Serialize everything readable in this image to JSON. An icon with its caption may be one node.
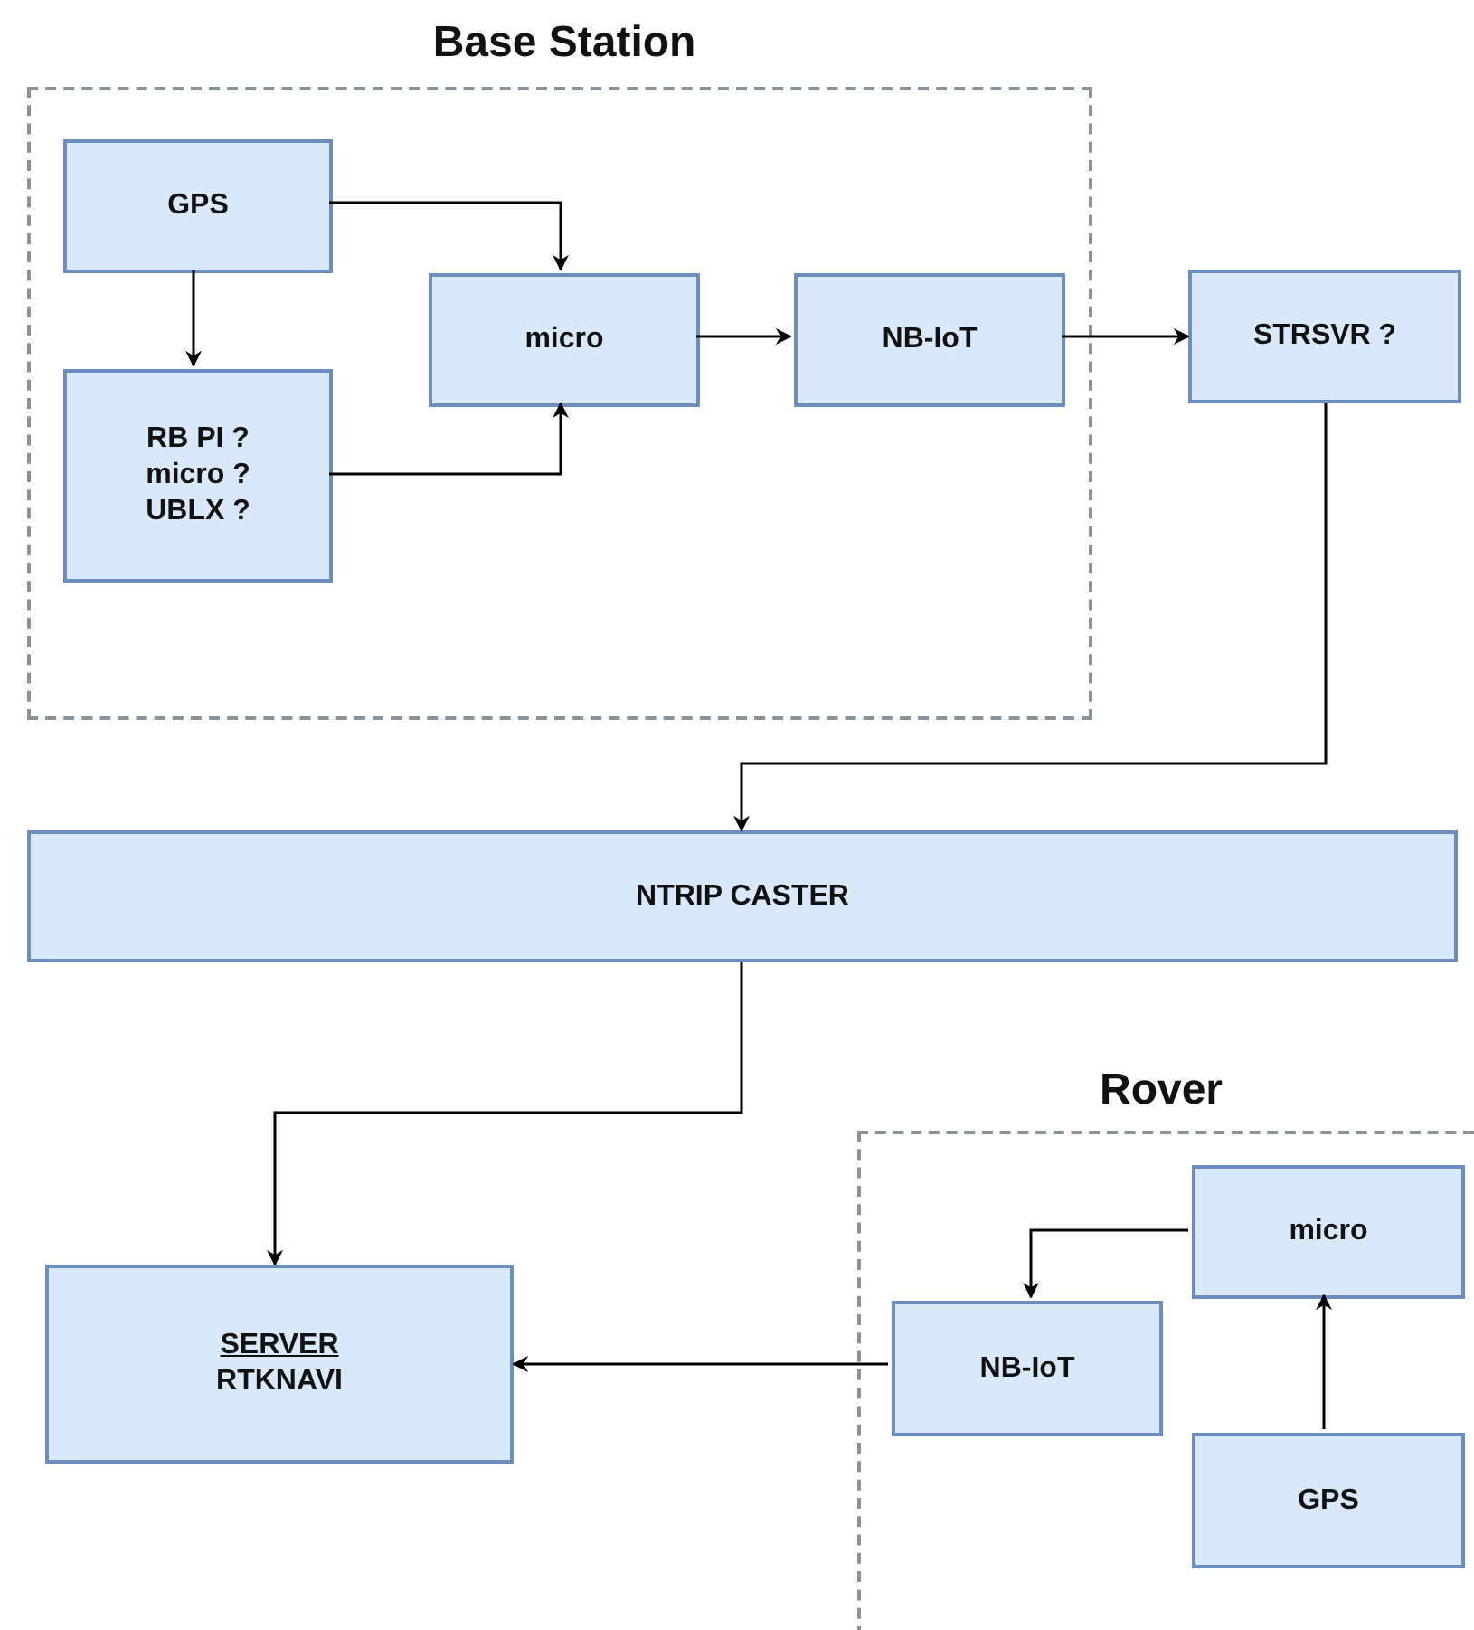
{
  "diagram": {
    "nodes": [
      {
        "text": [
          "Base Station"
        ]
      },
      {
        "text": [
          "GPS"
        ],
        "in": 0
      },
      {
        "text": [
          "micro"
        ],
        "in": 0
      },
      {
        "text": [
          "NB-IoT"
        ],
        "in": 0
      },
      {
        "text": [
          "RB PI ? micro ? UBLX ?"
        ],
        "in": 0
      },
      {
        "text": [
          "STRSVR ?"
        ]
      },
      {
        "text": [
          "NTRIP CASTER"
        ]
      },
      {
        "text": [
          "SERVER",
          "RTKNAVI"
        ]
      },
      {
        "text": [
          "Rover"
        ]
      },
      {
        "text": [
          "micro"
        ],
        "in": 8
      },
      {
        "text": [
          "NB-IoT"
        ],
        "in": 8
      },
      {
        "text": [
          "GPS"
        ],
        "in": 8
      }
    ],
    "edges": [
      {
        "from": 1,
        "to": 2,
        "arrow": "to"
      },
      {
        "from": 1,
        "to": 4,
        "arrow": "to"
      },
      {
        "from": 4,
        "to": 2,
        "arrow": "to"
      },
      {
        "from": 2,
        "to": 3,
        "arrow": "to"
      },
      {
        "from": 3,
        "to": 5,
        "arrow": "to"
      },
      {
        "from": 5,
        "to": 6,
        "arrow": "to"
      },
      {
        "from": 6,
        "to": 7,
        "arrow": "to"
      },
      {
        "from": 9,
        "to": 10,
        "arrow": "to"
      },
      {
        "from": 11,
        "to": 9,
        "arrow": "to"
      },
      {
        "from": 10,
        "to": 7,
        "arrow": "to"
      }
    ]
  }
}
